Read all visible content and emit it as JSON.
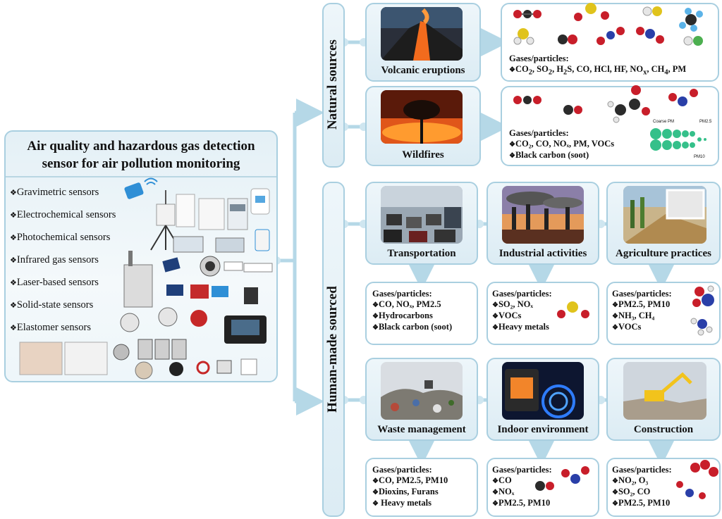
{
  "left_panel": {
    "title_line1": "Air quality and hazardous gas detection",
    "title_line2": "sensor for air pollution monitoring",
    "sensors": [
      "Gravimetric sensors",
      "Electrochemical sensors",
      "Photochemical sensors",
      "Infrared gas sensors",
      "Laser-based sensors",
      "Solid-state sensors",
      "Elastomer sensors"
    ]
  },
  "natural": {
    "label": "Natural sources",
    "volcanic": {
      "title": "Volcanic  eruptions",
      "header": "Gases/particles:",
      "items_html": "CO<sub>2</sub>, SO<sub>2</sub>, H<sub>2</sub>S, CO, HCl, HF, NO<sub>x</sub>, CH<sub>4</sub>, PM"
    },
    "wildfires": {
      "title": "Wildfires",
      "header": "Gases/particles:",
      "items": [
        "CO₂, CO, NOₓ, PM, VOCs",
        "Black carbon (soot)"
      ],
      "inset_labels": [
        "Coarse PM",
        "PM2.5",
        "PM10"
      ]
    }
  },
  "human": {
    "label": "Human-made sourced",
    "sources": [
      {
        "title": "Transportation",
        "header": "Gases/particles:",
        "items": [
          "CO, NOₓ, PM2.5",
          "Hydrocarbons",
          "Black carbon (soot)"
        ]
      },
      {
        "title": "Industrial activities",
        "header": "Gases/particles:",
        "items": [
          "SO₂, NOₓ",
          "VOCs",
          "Heavy metals"
        ]
      },
      {
        "title": "Agriculture practices",
        "header": "Gases/particles:",
        "items": [
          "PM2.5, PM10",
          "NH₃, CH₄",
          "VOCs"
        ]
      },
      {
        "title": "Waste  management",
        "header": "Gases/particles:",
        "items": [
          "CO, PM2.5, PM10",
          "Dioxins, Furans",
          " Heavy metals"
        ]
      },
      {
        "title": "Indoor  environment",
        "header": "Gases/particles:",
        "items": [
          "CO",
          "NOₓ",
          "PM2.5, PM10"
        ]
      },
      {
        "title": "Construction",
        "header": "Gases/particles:",
        "items": [
          "NO₂, O₃",
          "SO₂, CO",
          "PM2.5, PM10"
        ]
      }
    ]
  },
  "colors": {
    "panel_border": "#a9cfe0",
    "connector": "#b5d8e7",
    "carbon": "#2b2b2b",
    "oxygen": "#c81e2a",
    "nitrogen": "#2a3fa8",
    "sulfur": "#e0c31c",
    "hydrogen": "#e6e6e6"
  }
}
